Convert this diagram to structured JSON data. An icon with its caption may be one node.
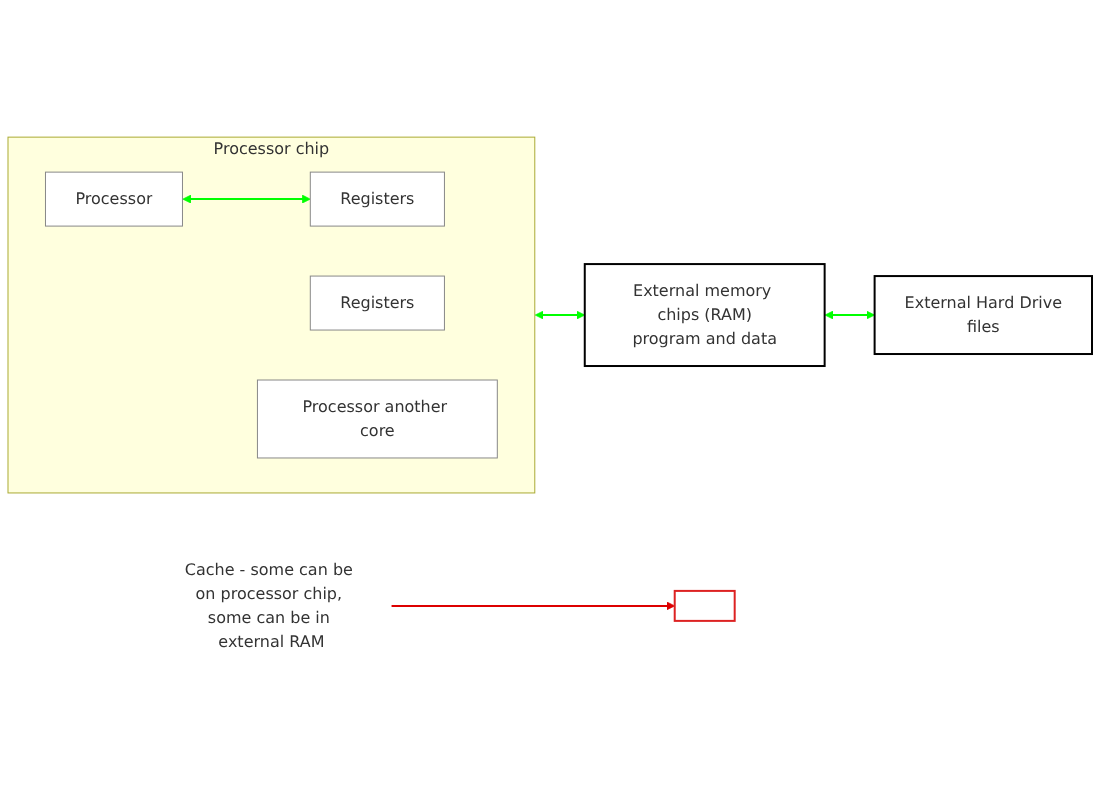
{
  "diagram": {
    "nodes": [
      {
        "text": [
          "Processor chip"
        ]
      },
      {
        "text": [
          "Processor"
        ],
        "in": 0
      },
      {
        "text": [
          "Registers"
        ],
        "in": 0
      },
      {
        "text": [
          "Processor another core"
        ],
        "in": 0
      },
      {
        "text": [
          "Registers"
        ],
        "in": 0
      },
      {
        "text": [
          "External memory chips (RAM)",
          "program and data"
        ]
      },
      {
        "text": [
          "External Hard Drive",
          "files"
        ]
      },
      {
        "text": [
          "Cache - some can be on processor chip, some can be in external RAM"
        ]
      },
      {
        "text": [],
        "shape": "box"
      }
    ],
    "edges": [
      {
        "from": 1,
        "to": 4,
        "arrow": "both",
        "color": "#00ff00"
      },
      {
        "from": 0,
        "to": 5,
        "arrow": "both",
        "color": "#00ff00"
      },
      {
        "from": 5,
        "to": 6,
        "arrow": "both",
        "color": "#00ff00"
      },
      {
        "from": 7,
        "to": 8,
        "arrow": "to",
        "color": "#dd0000"
      }
    ]
  }
}
